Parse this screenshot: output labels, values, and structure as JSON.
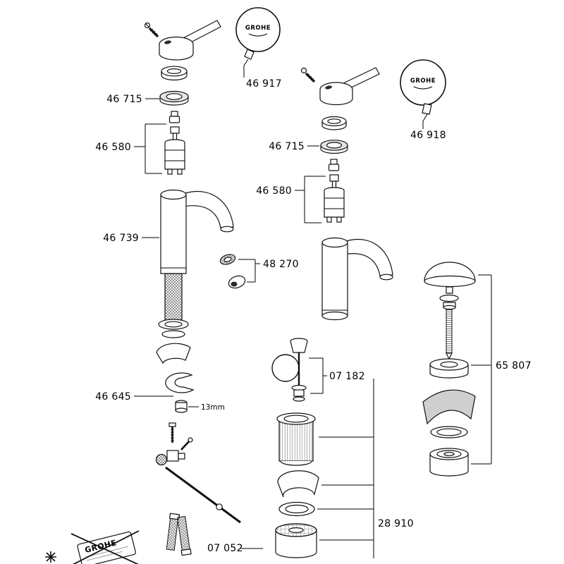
{
  "brand": "GROHE",
  "labels": {
    "disc_left": "46 917",
    "disc_right": "46 918",
    "ring_left": "46 715",
    "ring_right": "46 715",
    "cartridge_left": "46 580",
    "cartridge_right": "46 580",
    "body_left": "46 739",
    "aerator": "48 270",
    "mounting": "46 645",
    "wrench": "13mm",
    "popup": "07 182",
    "drain_right": "65 807",
    "drain_middle": "28 910",
    "hose_set": "07 052"
  }
}
